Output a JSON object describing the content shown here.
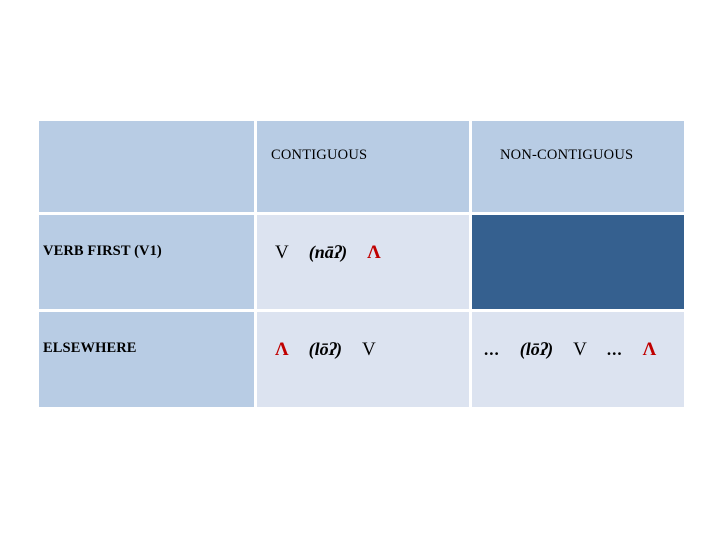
{
  "slide": {
    "background_color": "#FFFFFF",
    "title": ""
  },
  "table": {
    "colors": {
      "header_fill": "#B8CCE4",
      "row_label_fill": "#B8CCE4",
      "body_fill": "#DCE3F0",
      "empty_cell_fill": "#35608F",
      "text_color": "#000000",
      "accent_red": "#C00000",
      "gutter_color": "#FFFFFF"
    },
    "columns": [
      {
        "key": "label",
        "header": ""
      },
      {
        "key": "contiguous",
        "header": "CONTIGUOUS"
      },
      {
        "key": "non_contiguous",
        "header": "NON-CONTIGUOUS"
      }
    ],
    "rows": [
      {
        "label": "VERB FIRST (V1)",
        "contiguous": {
          "tokens": [
            {
              "text": "V",
              "style": "plain"
            },
            {
              "text": "(nāʔ)",
              "style": "italic-bold"
            },
            {
              "text": "Λ",
              "style": "red"
            }
          ],
          "plain_text": "V  (nāʔ)  Λ"
        },
        "non_contiguous": {
          "tokens": [],
          "plain_text": "",
          "empty": true
        }
      },
      {
        "label": "ELSEWHERE",
        "contiguous": {
          "tokens": [
            {
              "text": "Λ",
              "style": "red"
            },
            {
              "text": "(lōʔ)",
              "style": "italic-bold"
            },
            {
              "text": "V",
              "style": "plain"
            }
          ],
          "plain_text": "Λ  (lōʔ)  V"
        },
        "non_contiguous": {
          "tokens": [
            {
              "text": "…",
              "style": "dots"
            },
            {
              "text": "(lōʔ)",
              "style": "italic-bold"
            },
            {
              "text": "V",
              "style": "plain"
            },
            {
              "text": "…",
              "style": "dots"
            },
            {
              "text": "Λ",
              "style": "red"
            }
          ],
          "plain_text": "…  (lōʔ)  V  …  Λ"
        }
      }
    ]
  },
  "glyphs": {
    "lambda": "Λ",
    "ellipsis": "...",
    "verb": "V",
    "open_paren": "(",
    "close_paren": ")"
  }
}
